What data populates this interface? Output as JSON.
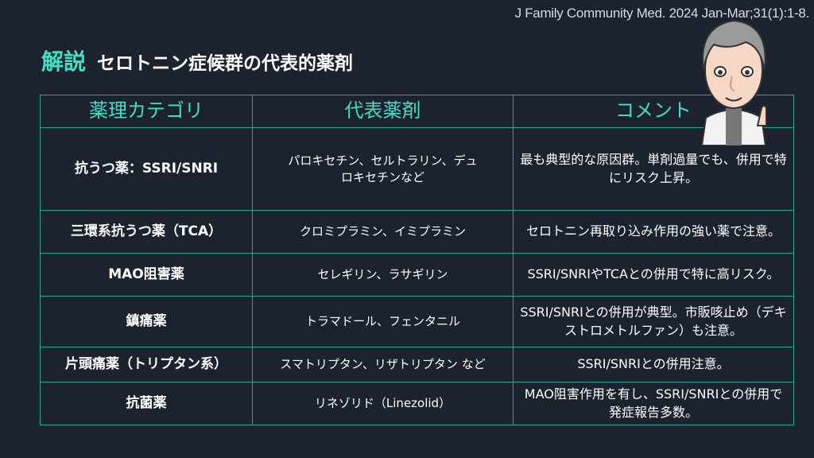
{
  "citation": "J Family Community Med. 2024 Jan-Mar;31(1):1-8.",
  "title": {
    "tag": "解説",
    "main": "セロトニン症候群の代表的薬剤"
  },
  "table": {
    "headers": [
      "薬理カテゴリ",
      "代表薬剤",
      "コメント"
    ],
    "rows": [
      {
        "category": "抗うつ薬：SSRI/SNRI",
        "drugs": "パロキセチン、セルトラリン、デュロキセチンなど",
        "comment": "最も典型的な原因群。単剤過量でも、併用で特にリスク上昇。"
      },
      {
        "category": "三環系抗うつ薬（TCA）",
        "drugs": "クロミプラミン、イミプラミン",
        "comment": "セロトニン再取り込み作用の強い薬で注意。"
      },
      {
        "category": "MAO阻害薬",
        "drugs": "セレギリン、ラサギリン",
        "comment": "SSRI/SNRIやTCAとの併用で特に高リスク。"
      },
      {
        "category": "鎮痛薬",
        "drugs": "トラマドール、フェンタニル",
        "comment": "SSRI/SNRIとの併用が典型。市販咳止め（デキストロメトルファン）も注意。"
      },
      {
        "category": "片頭痛薬（トリプタン系）",
        "drugs": "スマトリプタン、リザトリプタン など",
        "comment": "SSRI/SNRIとの併用注意。"
      },
      {
        "category": "抗菌薬",
        "drugs": "リネゾリド（Linezolid）",
        "comment": "MAO阻害作用を有し、SSRI/SNRIとの併用で発症報告多数。"
      }
    ]
  },
  "colors": {
    "background": "#1c232e",
    "accent": "#3fe0c3",
    "border": "#1fa994"
  }
}
